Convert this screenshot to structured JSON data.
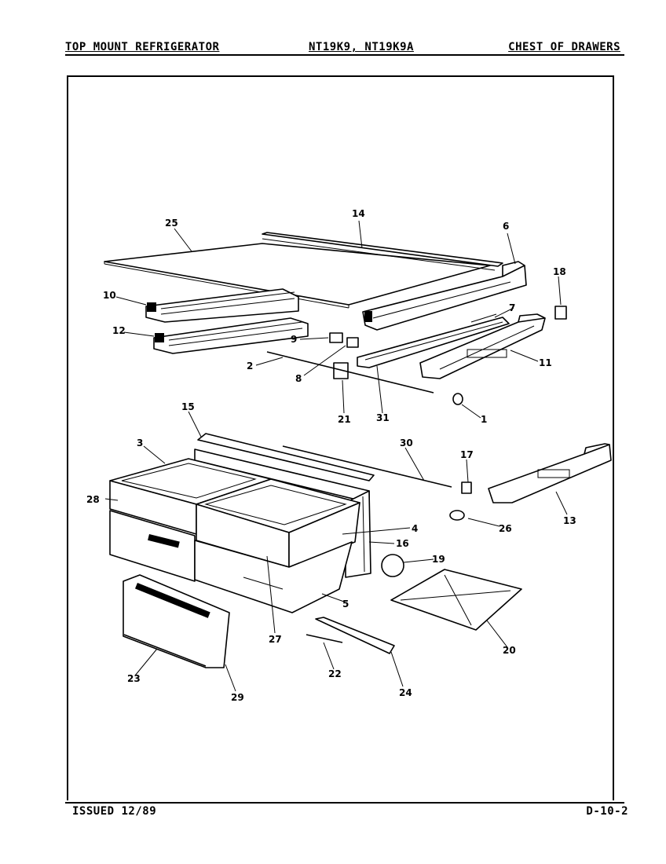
{
  "header": {
    "left": "TOP MOUNT REFRIGERATOR",
    "middle": "NT19K9, NT19K9A",
    "right": "CHEST OF DRAWERS"
  },
  "footer": {
    "issued": "ISSUED 12/89",
    "page": "D-10-2"
  },
  "callouts": [
    "1",
    "2",
    "3",
    "4",
    "5",
    "6",
    "7",
    "8",
    "9",
    "10",
    "11",
    "12",
    "13",
    "14",
    "15",
    "16",
    "17",
    "18",
    "19",
    "20",
    "21",
    "22",
    "23",
    "24",
    "25",
    "26",
    "27",
    "28",
    "29",
    "30",
    "31"
  ]
}
